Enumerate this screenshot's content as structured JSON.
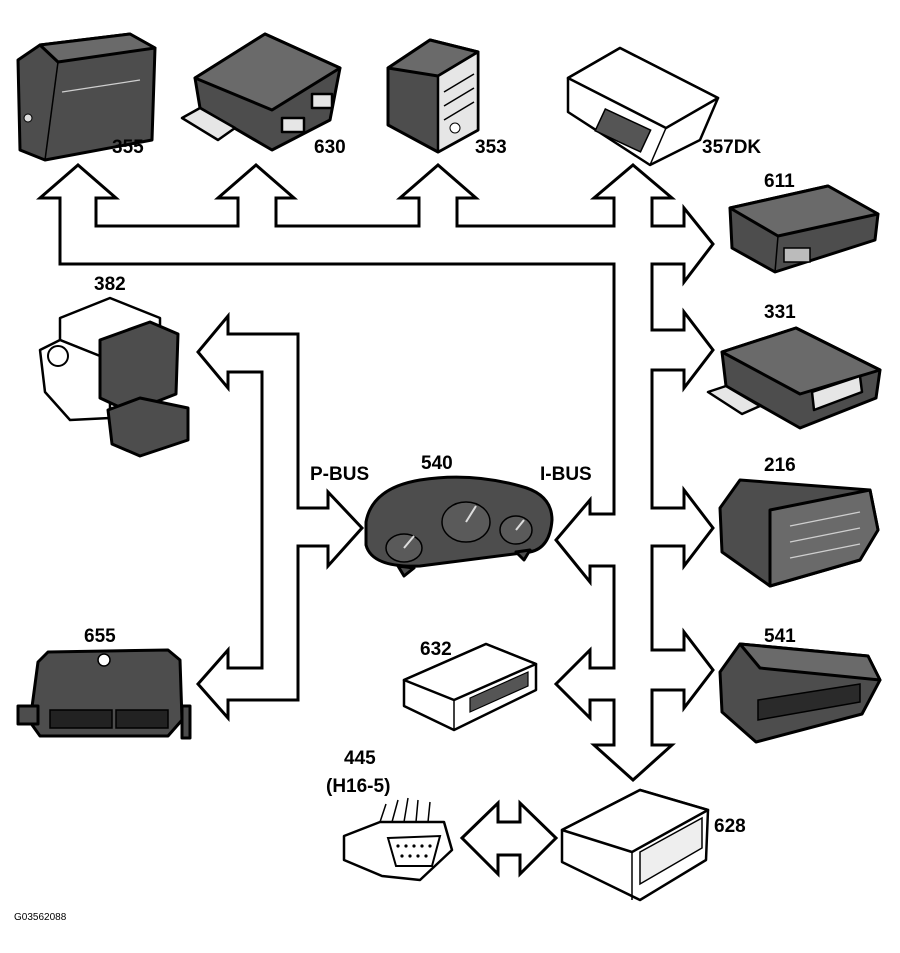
{
  "modules": [
    {
      "id": "355",
      "label": "355"
    },
    {
      "id": "630",
      "label": "630"
    },
    {
      "id": "353",
      "label": "353"
    },
    {
      "id": "357DK",
      "label": "357DK"
    },
    {
      "id": "611",
      "label": "611"
    },
    {
      "id": "331",
      "label": "331"
    },
    {
      "id": "216",
      "label": "216"
    },
    {
      "id": "541",
      "label": "541"
    },
    {
      "id": "382",
      "label": "382"
    },
    {
      "id": "655",
      "label": "655"
    },
    {
      "id": "540",
      "label": "540"
    },
    {
      "id": "632",
      "label": "632"
    },
    {
      "id": "445",
      "label": "445",
      "sublabel": "(H16-5)"
    },
    {
      "id": "628",
      "label": "628"
    }
  ],
  "buses": {
    "p_bus": "P-BUS",
    "i_bus": "I-BUS"
  },
  "figure_id": "G03562088",
  "colors": {
    "module_dark": "#4d4d4d",
    "module_light": "#ffffff",
    "arrow_fill": "#ffffff",
    "outline": "#000000"
  }
}
